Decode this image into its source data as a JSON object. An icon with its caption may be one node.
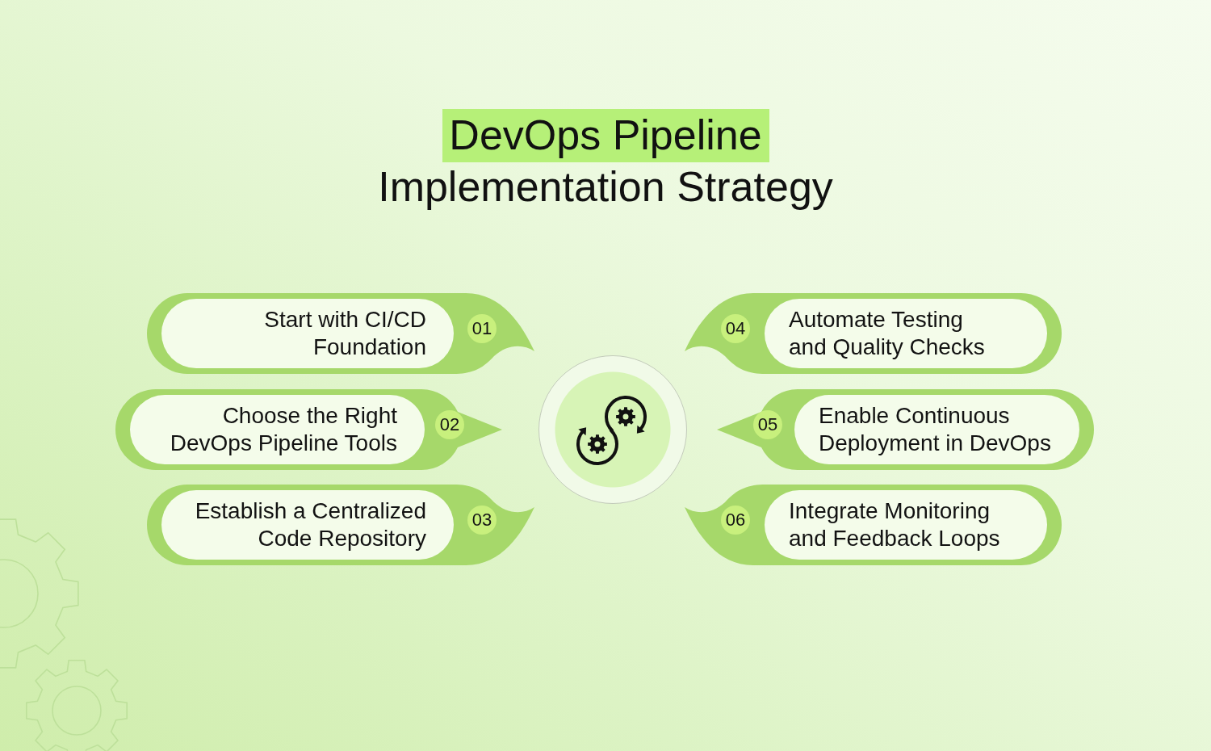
{
  "diagram": {
    "title": "DevOps Pipeline Implementation Strategy",
    "nodes": [
      {
        "text": [
          "Start with CI/CD Foundation",
          "01"
        ]
      },
      {
        "text": [
          "Choose the Right DevOps Pipeline Tools",
          "02"
        ]
      },
      {
        "text": [
          "Establish a Centralized Code Repository",
          "03"
        ]
      },
      {
        "text": [
          "04",
          "Automate Testing and Quality Checks"
        ]
      },
      {
        "text": [
          "05",
          "Enable Continuous Deployment in DevOps"
        ]
      },
      {
        "text": [
          "06",
          "Integrate Monitoring and Feedback Loops"
        ]
      }
    ]
  }
}
